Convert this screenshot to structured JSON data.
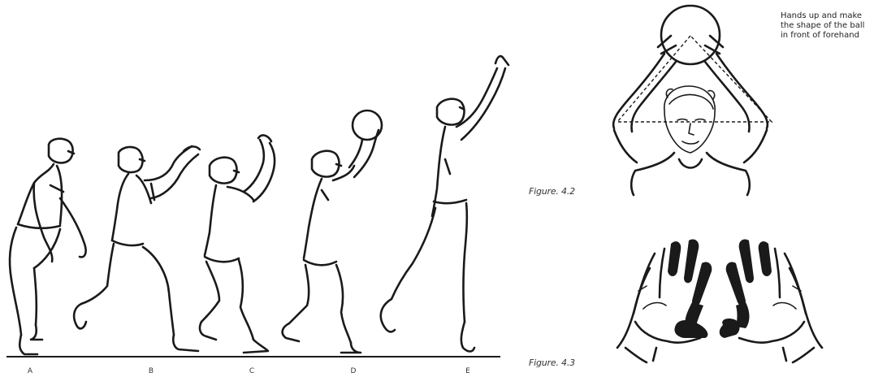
{
  "sequence": {
    "labels": [
      "A",
      "B",
      "C",
      "D",
      "E"
    ]
  },
  "figure_4_2": {
    "caption": "Figure. 4.2",
    "note_lines": [
      "Hands up and make",
      "the shape of the ball",
      "in front of forehand"
    ]
  },
  "figure_4_3": {
    "caption": "Figure. 4.3"
  }
}
